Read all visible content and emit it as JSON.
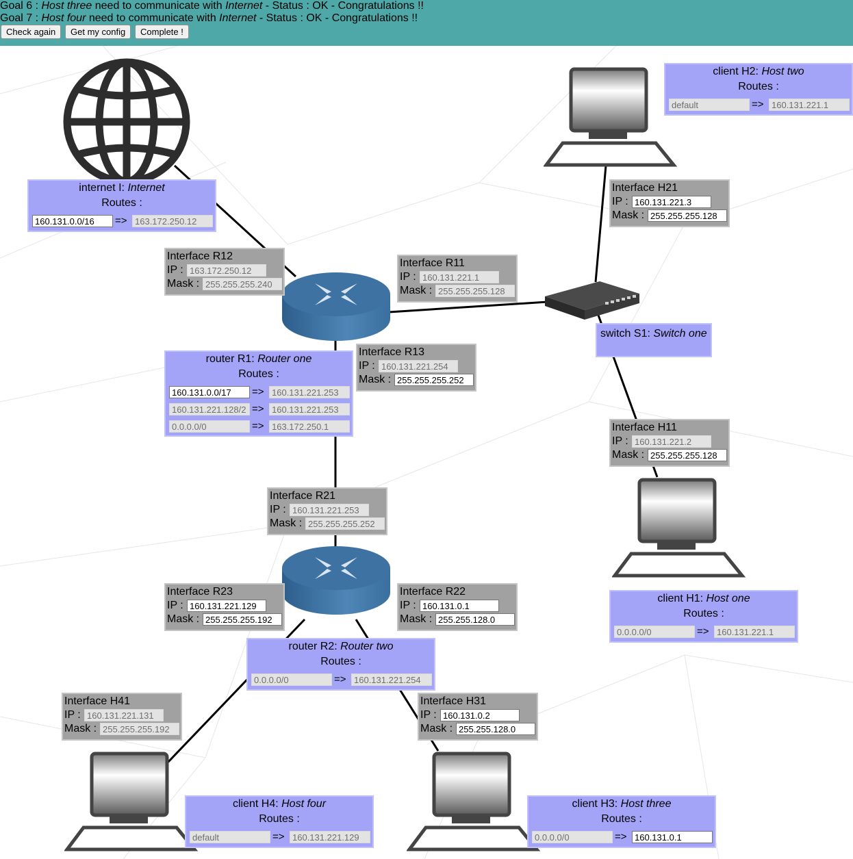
{
  "header": {
    "goals": [
      {
        "prefix": "Goal 6 : ",
        "host": "Host three",
        "mid": " need to communicate with ",
        "target": "Internet",
        "status": " - Status : OK - Congratulations !!"
      },
      {
        "prefix": "Goal 7 : ",
        "host": "Host four",
        "mid": " need to communicate with ",
        "target": "Internet",
        "status": " - Status : OK - Congratulations !!"
      }
    ],
    "buttons": {
      "check": "Check again",
      "config": "Get my config",
      "complete": "Complete !"
    }
  },
  "labels": {
    "routes": "Routes :",
    "ip": "IP :",
    "mask": "Mask :",
    "arrow": "=>"
  },
  "nodes": {
    "internet": {
      "kind": "internet I: ",
      "name": "Internet",
      "routes": [
        {
          "dest": "160.131.0.0/16",
          "gw": "163.172.250.12"
        }
      ]
    },
    "h2": {
      "kind": "client H2: ",
      "name": "Host two",
      "routes": [
        {
          "dest": "default",
          "gw": "160.131.221.1"
        }
      ]
    },
    "r1": {
      "kind": "router R1: ",
      "name": "Router one",
      "routes": [
        {
          "dest": "160.131.0.0/17",
          "gw": "160.131.221.253"
        },
        {
          "dest": "160.131.221.128/2",
          "gw": "160.131.221.253"
        },
        {
          "dest": "0.0.0.0/0",
          "gw": "163.172.250.1"
        }
      ]
    },
    "s1": {
      "kind": "switch S1: ",
      "name": "Switch one"
    },
    "h1": {
      "kind": "client H1: ",
      "name": "Host one",
      "routes": [
        {
          "dest": "0.0.0.0/0",
          "gw": "160.131.221.1"
        }
      ]
    },
    "r2": {
      "kind": "router R2: ",
      "name": "Router two",
      "routes": [
        {
          "dest": "0.0.0.0/0",
          "gw": "160.131.221.254"
        }
      ]
    },
    "h4": {
      "kind": "client H4: ",
      "name": "Host four",
      "routes": [
        {
          "dest": "default",
          "gw": "160.131.221.129"
        }
      ]
    },
    "h3": {
      "kind": "client H3: ",
      "name": "Host three",
      "routes": [
        {
          "dest": "0.0.0.0/0",
          "gw": "160.131.0.1"
        }
      ]
    }
  },
  "interfaces": {
    "r12": {
      "title": "Interface R12",
      "ip": "163.172.250.12",
      "mask": "255.255.255.240"
    },
    "r11": {
      "title": "Interface R11",
      "ip": "160.131.221.1",
      "mask": "255.255.255.128"
    },
    "h21": {
      "title": "Interface H21",
      "ip": "160.131.221.3",
      "mask": "255.255.255.128"
    },
    "r13": {
      "title": "Interface R13",
      "ip": "160.131.221.254",
      "mask": "255.255.255.252"
    },
    "h11": {
      "title": "Interface H11",
      "ip": "160.131.221.2",
      "mask": "255.255.255.128"
    },
    "r21": {
      "title": "Interface R21",
      "ip": "160.131.221.253",
      "mask": "255.255.255.252"
    },
    "r23": {
      "title": "Interface R23",
      "ip": "160.131.221.129",
      "mask": "255.255.255.192"
    },
    "r22": {
      "title": "Interface R22",
      "ip": "160.131.0.1",
      "mask": "255.255.128.0"
    },
    "h41": {
      "title": "Interface H41",
      "ip": "160.131.221.131",
      "mask": "255.255.255.192"
    },
    "h31": {
      "title": "Interface H31",
      "ip": "160.131.0.2",
      "mask": "255.255.128.0"
    }
  },
  "colors": {
    "header": "#4fa8a8",
    "node_panel": "#a3a3f7",
    "interface_panel": "#a1a1a1"
  }
}
